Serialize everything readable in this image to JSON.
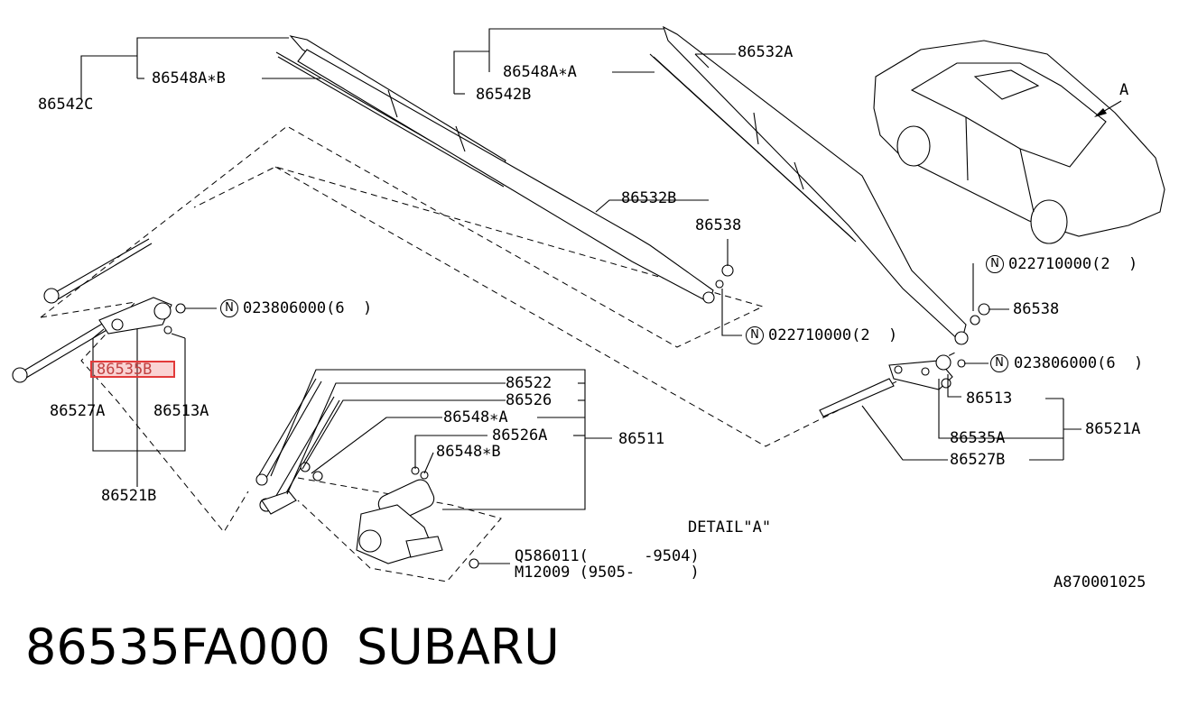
{
  "labels": {
    "l_86542C": "86542C",
    "l_86548AxB": "86548A∗B",
    "l_86548AxA_top": "86548A∗A",
    "l_86542B": "86542B",
    "l_86532A": "86532A",
    "l_A": "A",
    "l_86532B": "86532B",
    "l_86538_mid": "86538",
    "l_022710000_mid": "022710000(2  )",
    "l_022710000_right": "022710000(2  )",
    "l_86538_right": "86538",
    "l_023806000_left": "023806000(6  )",
    "l_023806000_right": "023806000(6  )",
    "l_86535B": "86535B",
    "l_86527A": "86527A",
    "l_86513A": "86513A",
    "l_86521B": "86521B",
    "l_86522": "86522",
    "l_86526": "86526",
    "l_86548xA": "86548∗A",
    "l_86526A": "86526A",
    "l_86548xB": "86548∗B",
    "l_86511": "86511",
    "l_86513": "86513",
    "l_86535A": "86535A",
    "l_86521A": "86521A",
    "l_86527B": "86527B",
    "l_detail": "DETAIL\"A\"",
    "l_Q586011": "Q586011(      -9504)",
    "l_M12009": "M12009 (9505-      )",
    "l_ref": "A870001025"
  },
  "ring_letter": "N",
  "footer": {
    "part_number": "86535FA000",
    "brand": "SUBARU"
  },
  "highlight_color": "#e23a3a"
}
